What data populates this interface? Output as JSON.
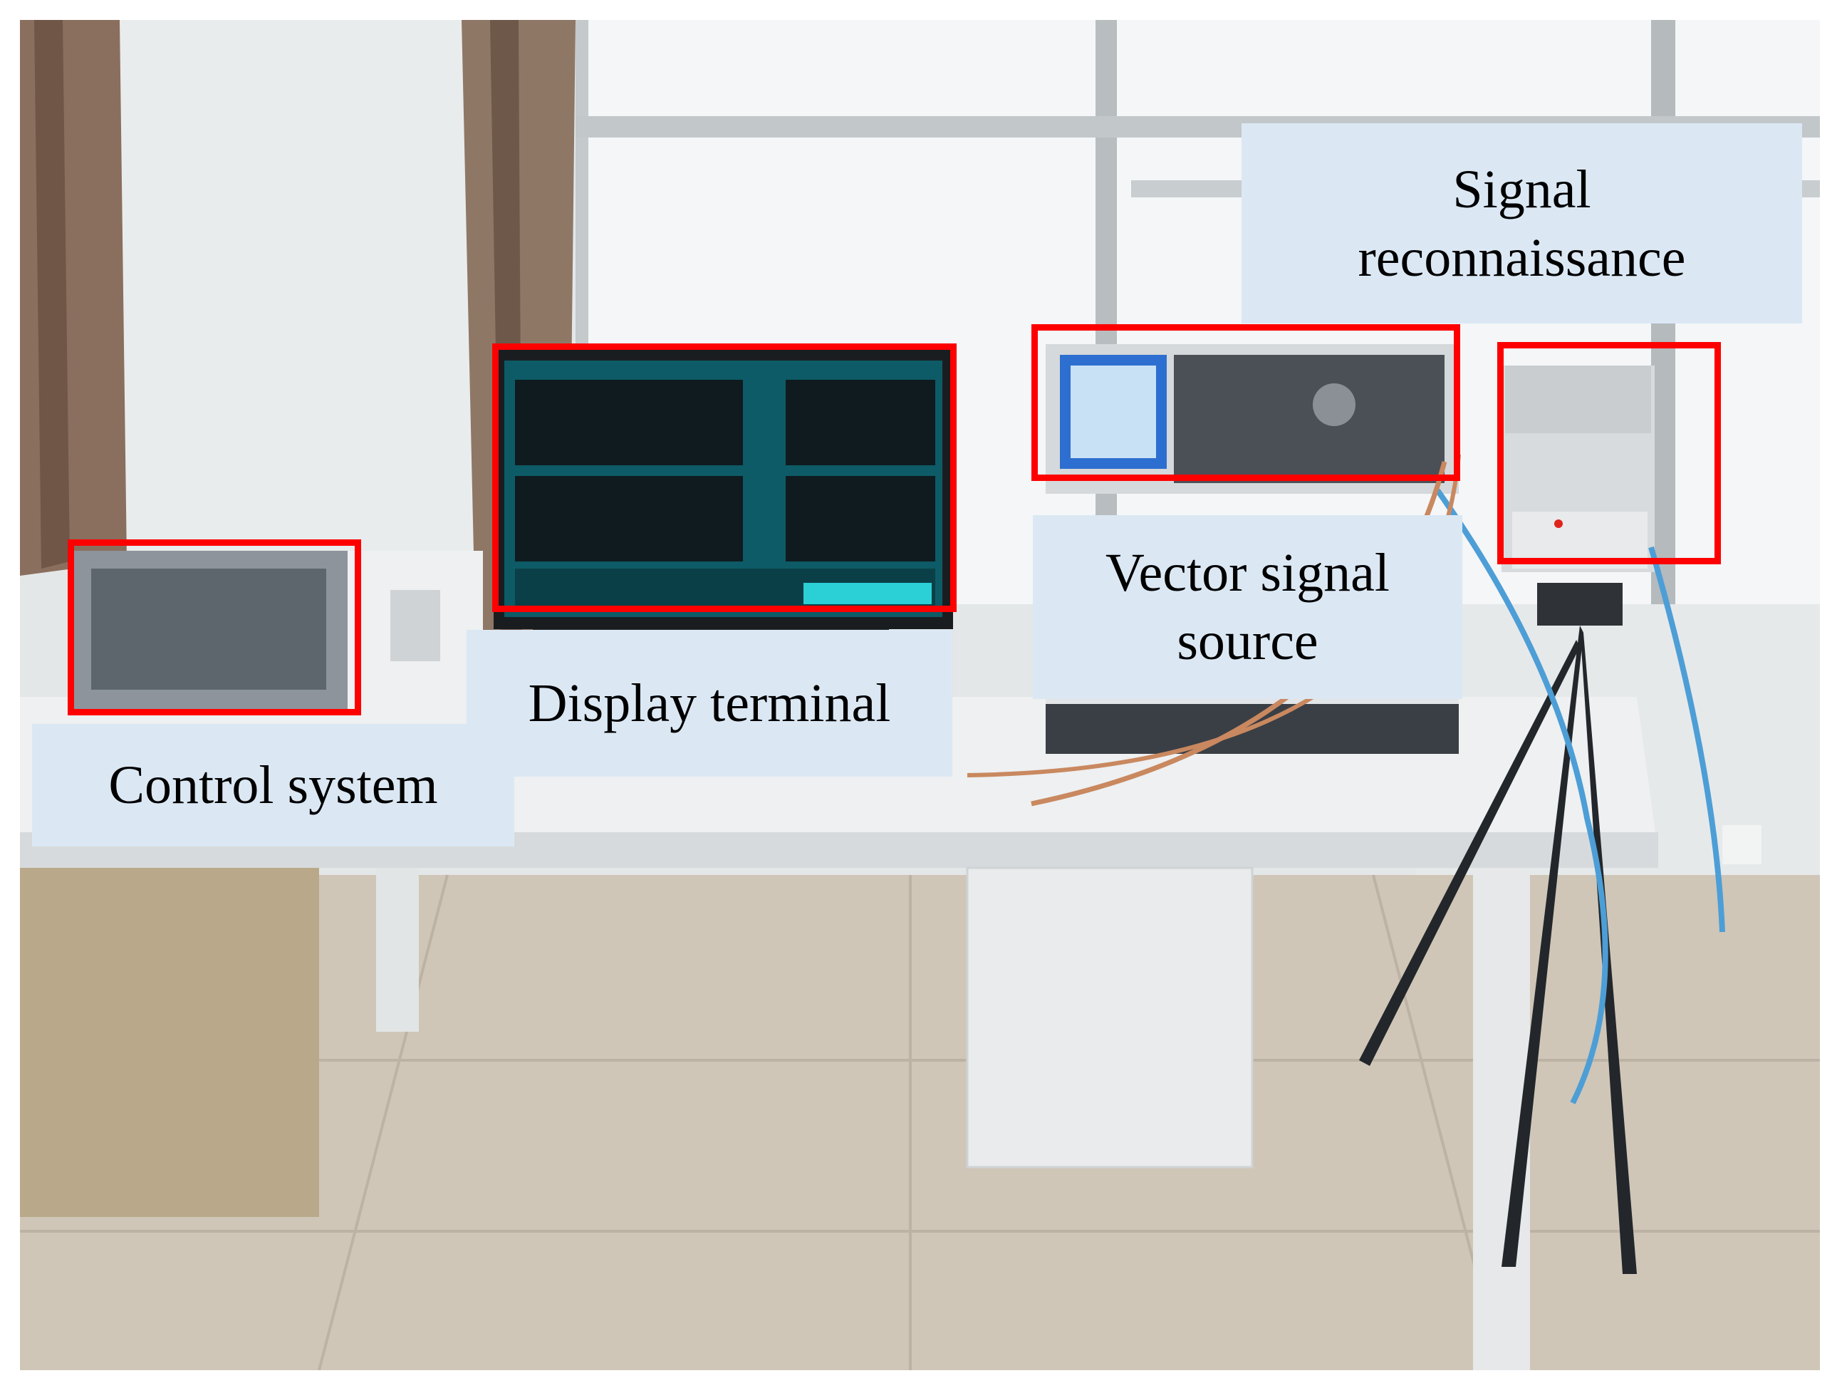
{
  "labels": {
    "signal_reconnaissance": [
      "Signal",
      "reconnaissance"
    ],
    "vector_signal_source": [
      "Vector signal",
      "source"
    ],
    "display_terminal": "Display terminal",
    "control_system": "Control system"
  },
  "colors": {
    "highlight": "#ff0000",
    "label_background": "#dbe8f4"
  }
}
